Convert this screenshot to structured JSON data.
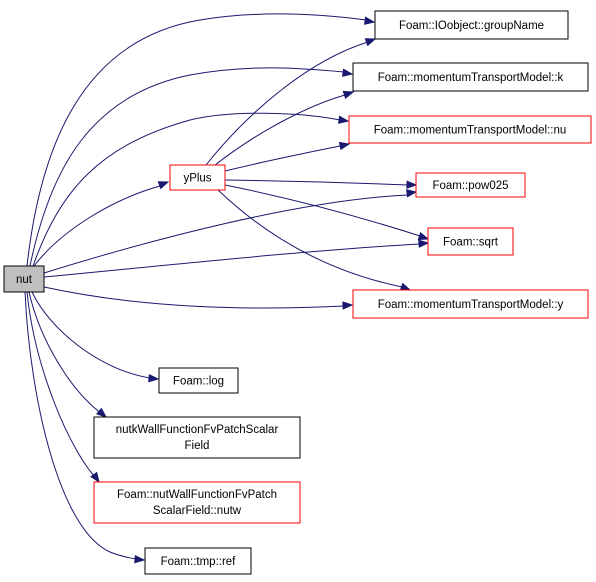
{
  "colors": {
    "edge": "#191970",
    "node_border_black": "#000000",
    "node_border_red": "#ff0000",
    "node_fill": "#ffffff",
    "root_fill": "#bfbfbf"
  },
  "nodes": {
    "nut": {
      "label": "nut",
      "style": "root"
    },
    "yplus": {
      "label": "yPlus",
      "style": "red"
    },
    "groupname": {
      "label": "Foam::IOobject::groupName",
      "style": "black"
    },
    "momk": {
      "label": "Foam::momentumTransportModel::k",
      "style": "black"
    },
    "momnu": {
      "label": "Foam::momentumTransportModel::nu",
      "style": "red"
    },
    "pow025": {
      "label": "Foam::pow025",
      "style": "red"
    },
    "sqrt": {
      "label": "Foam::sqrt",
      "style": "red"
    },
    "momy": {
      "label": "Foam::momentumTransportModel::y",
      "style": "red"
    },
    "log": {
      "label": "Foam::log",
      "style": "black"
    },
    "nutk": {
      "label_line1": "nutkWallFunctionFvPatchScalar",
      "label_line2": "Field",
      "style": "black"
    },
    "nutw": {
      "label_line1": "Foam::nutWallFunctionFvPatch",
      "label_line2": "ScalarField::nutw",
      "style": "red"
    },
    "tmpref": {
      "label": "Foam::tmp::ref",
      "style": "black"
    }
  },
  "edges": [
    [
      "nut",
      "yplus"
    ],
    [
      "nut",
      "groupname"
    ],
    [
      "nut",
      "momk"
    ],
    [
      "nut",
      "momnu"
    ],
    [
      "nut",
      "pow025"
    ],
    [
      "nut",
      "sqrt"
    ],
    [
      "nut",
      "momy"
    ],
    [
      "nut",
      "log"
    ],
    [
      "nut",
      "nutk"
    ],
    [
      "nut",
      "nutw"
    ],
    [
      "nut",
      "tmpref"
    ],
    [
      "yplus",
      "groupname"
    ],
    [
      "yplus",
      "momk"
    ],
    [
      "yplus",
      "momnu"
    ],
    [
      "yplus",
      "pow025"
    ],
    [
      "yplus",
      "sqrt"
    ],
    [
      "yplus",
      "momy"
    ]
  ]
}
